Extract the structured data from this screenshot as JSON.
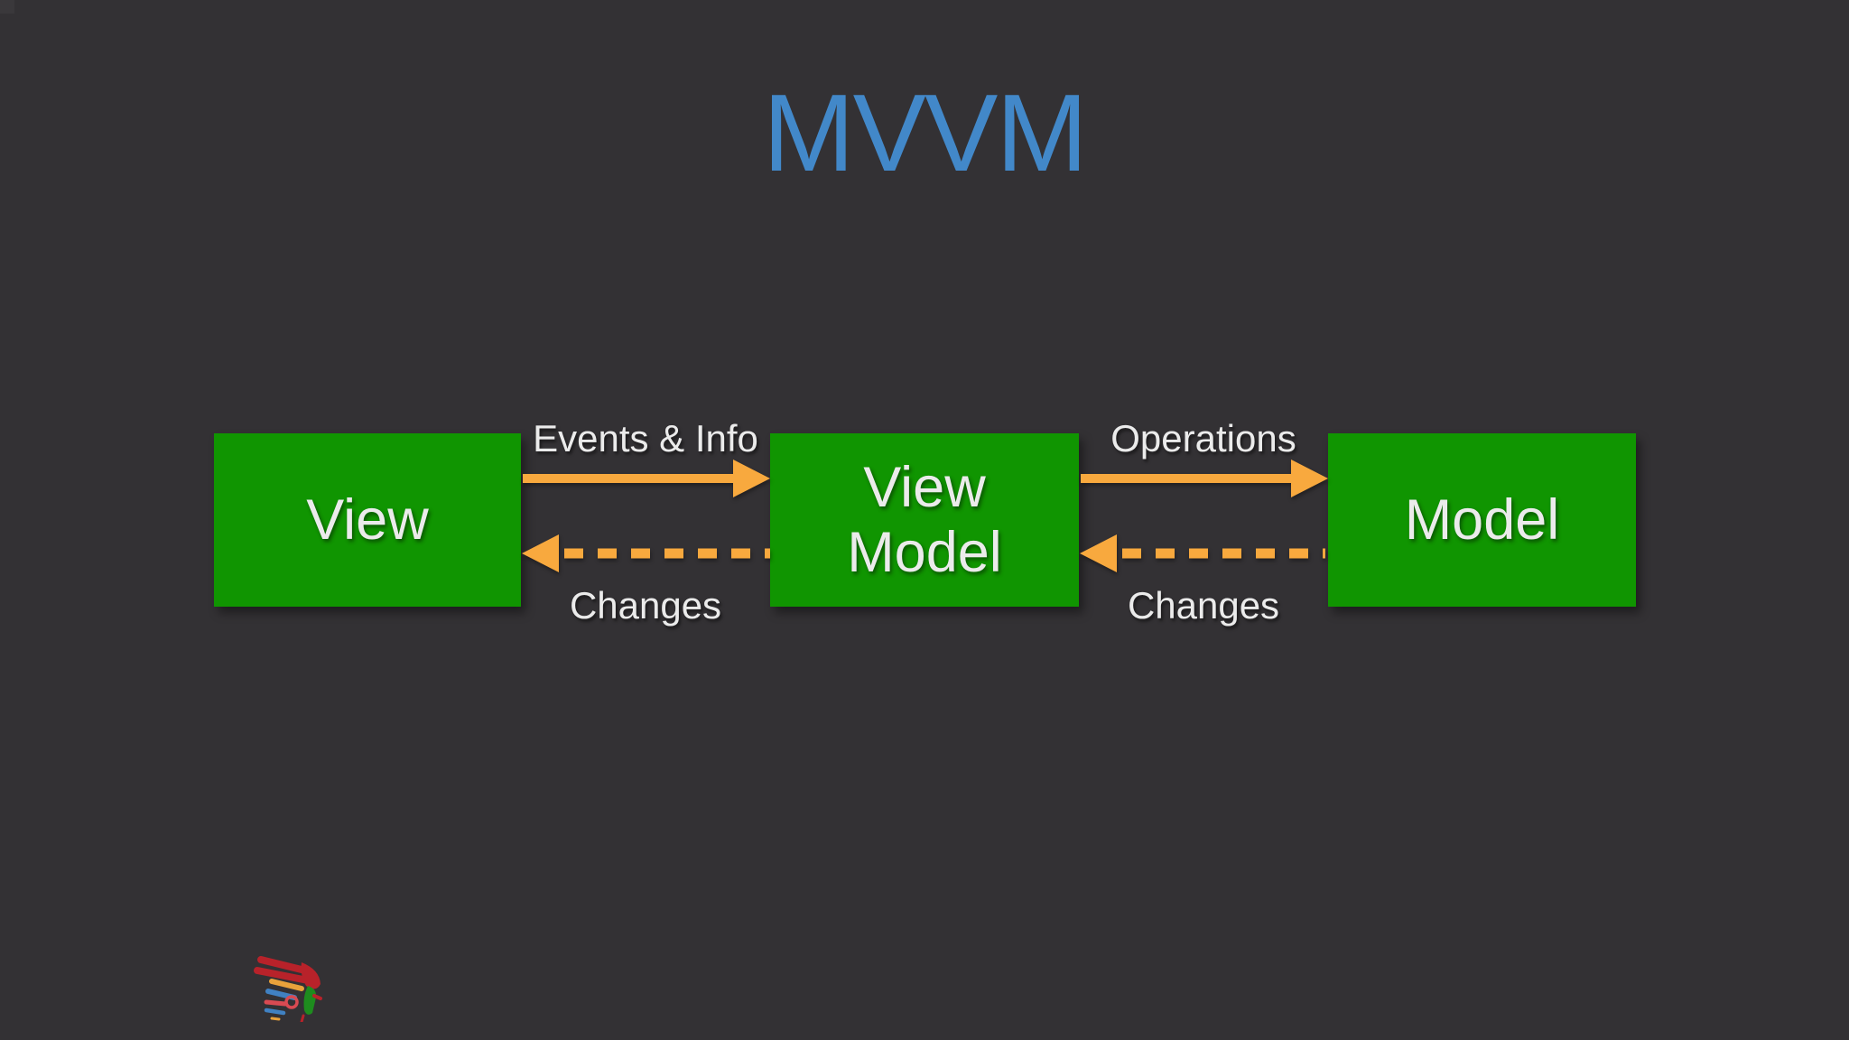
{
  "slide": {
    "title": "MVVM"
  },
  "colors": {
    "background": "#333134",
    "node_green": "#109501",
    "arrow_orange": "#F8A93E",
    "title_blue": "#4288C9",
    "label_text": "#EBEBEB",
    "logo_red": "#B8222A",
    "logo_orange": "#E9A23B",
    "logo_blue": "#4081C2",
    "logo_green": "#1E8C1E",
    "logo_ring_red": "#D94A52"
  },
  "diagram": {
    "nodes": [
      {
        "id": "view",
        "lines": [
          "View"
        ]
      },
      {
        "id": "view-model",
        "lines": [
          "View",
          "Model"
        ]
      },
      {
        "id": "model",
        "lines": [
          "Model"
        ]
      }
    ],
    "edges": [
      {
        "from": "view",
        "to": "view-model",
        "label": "Events & Info",
        "style": "solid",
        "direction": "right"
      },
      {
        "from": "view-model",
        "to": "view",
        "label": "Changes",
        "style": "dashed",
        "direction": "left"
      },
      {
        "from": "view-model",
        "to": "model",
        "label": "Operations",
        "style": "solid",
        "direction": "right"
      },
      {
        "from": "model",
        "to": "view-model",
        "label": "Changes",
        "style": "dashed",
        "direction": "left"
      }
    ]
  },
  "logo": {
    "icon": "feathered-head-logo"
  }
}
